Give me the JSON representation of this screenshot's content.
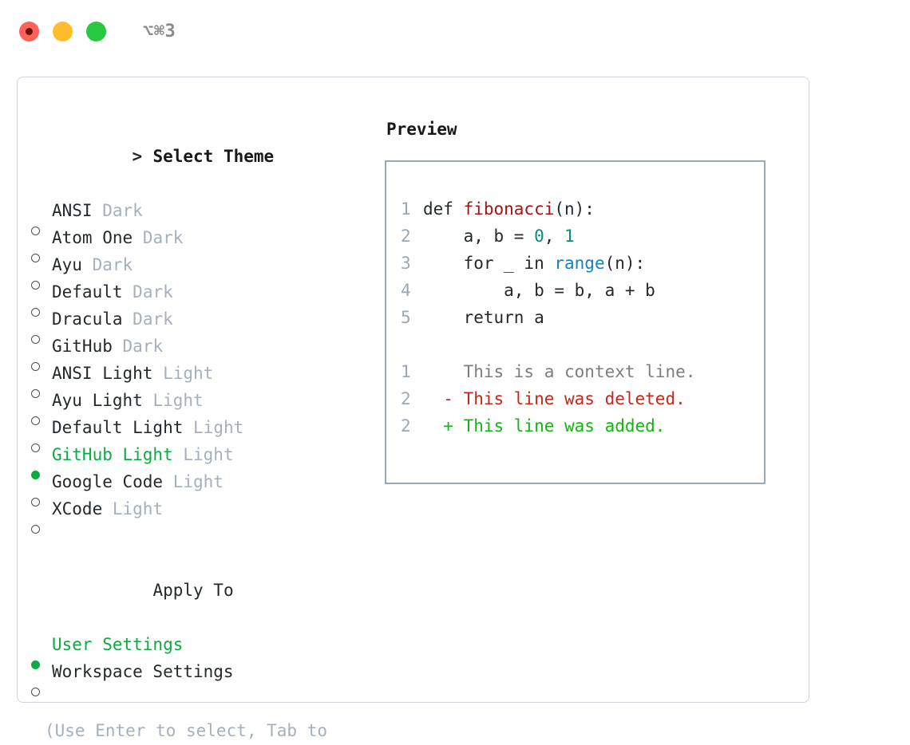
{
  "titlebar": {
    "shortcut": "⌥⌘3",
    "buttons": [
      "close",
      "minimize",
      "maximize"
    ]
  },
  "theme_list": {
    "header_marker": ">",
    "header": "Select Theme",
    "items": [
      {
        "marker": "o",
        "selected": false,
        "label": "ANSI",
        "variant": "Dark"
      },
      {
        "marker": "o",
        "selected": false,
        "label": "Atom One",
        "variant": "Dark"
      },
      {
        "marker": "o",
        "selected": false,
        "label": "Ayu",
        "variant": "Dark"
      },
      {
        "marker": "o",
        "selected": false,
        "label": "Default",
        "variant": "Dark"
      },
      {
        "marker": "o",
        "selected": false,
        "label": "Dracula",
        "variant": "Dark"
      },
      {
        "marker": "o",
        "selected": false,
        "label": "GitHub",
        "variant": "Dark"
      },
      {
        "marker": "o",
        "selected": false,
        "label": "ANSI Light",
        "variant": "Light"
      },
      {
        "marker": "o",
        "selected": false,
        "label": "Ayu Light",
        "variant": "Light"
      },
      {
        "marker": "o",
        "selected": false,
        "label": "Default Light",
        "variant": "Light"
      },
      {
        "marker": "●",
        "selected": true,
        "label": "GitHub Light",
        "variant": "Light"
      },
      {
        "marker": "o",
        "selected": false,
        "label": "Google Code",
        "variant": "Light"
      },
      {
        "marker": "o",
        "selected": false,
        "label": "XCode",
        "variant": "Light"
      }
    ]
  },
  "apply_to": {
    "header": "Apply To",
    "items": [
      {
        "selected": true,
        "label": "User Settings"
      },
      {
        "selected": false,
        "label": "Workspace Settings"
      }
    ]
  },
  "hint": "(Use Enter to select, Tab to change focus)",
  "preview": {
    "title": "Preview",
    "code_lines": [
      {
        "num": "1",
        "tokens": [
          {
            "t": "def ",
            "c": "plain"
          },
          {
            "t": "fibonacci",
            "c": "fn"
          },
          {
            "t": "(n):",
            "c": "plain"
          }
        ]
      },
      {
        "num": "2",
        "tokens": [
          {
            "t": "    a, b = ",
            "c": "plain"
          },
          {
            "t": "0",
            "c": "num"
          },
          {
            "t": ", ",
            "c": "plain"
          },
          {
            "t": "1",
            "c": "num"
          }
        ]
      },
      {
        "num": "3",
        "tokens": [
          {
            "t": "    for _ in ",
            "c": "plain"
          },
          {
            "t": "range",
            "c": "call"
          },
          {
            "t": "(n):",
            "c": "plain"
          }
        ]
      },
      {
        "num": "4",
        "tokens": [
          {
            "t": "        a, b = b, a + b",
            "c": "plain"
          }
        ]
      },
      {
        "num": "5",
        "tokens": [
          {
            "t": "    return a",
            "c": "plain"
          }
        ]
      }
    ],
    "diff_lines": [
      {
        "num": "1",
        "sign": " ",
        "text": "This is a context line.",
        "kind": "ctx"
      },
      {
        "num": "2",
        "sign": "-",
        "text": "This line was deleted.",
        "kind": "del"
      },
      {
        "num": "2",
        "sign": "+",
        "text": "This line was added.",
        "kind": "add"
      }
    ]
  },
  "colors": {
    "accent_green": "#0CAA41",
    "muted": "#A6B0BC",
    "panel_border": "#CFD4DA",
    "preview_border": "#9BA7B4",
    "syntax_function": "#A01515",
    "syntax_number": "#0B8A80",
    "syntax_call": "#1B7FB8",
    "diff_deleted": "#C3281B",
    "diff_added": "#17B317",
    "diff_context": "#7D7D7D"
  }
}
